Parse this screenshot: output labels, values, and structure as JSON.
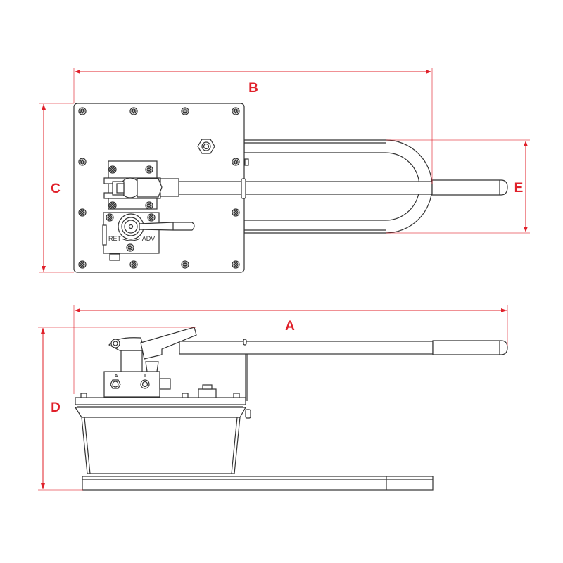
{
  "dimensions": {
    "a": "A",
    "b": "B",
    "c": "C",
    "d": "D",
    "e": "E"
  },
  "valve_labels": {
    "ret": "RET",
    "adv": "ADV"
  },
  "port_labels": {
    "a": "A",
    "t": "T"
  },
  "colors": {
    "dimension": "#e0202a",
    "line": "#333333"
  }
}
